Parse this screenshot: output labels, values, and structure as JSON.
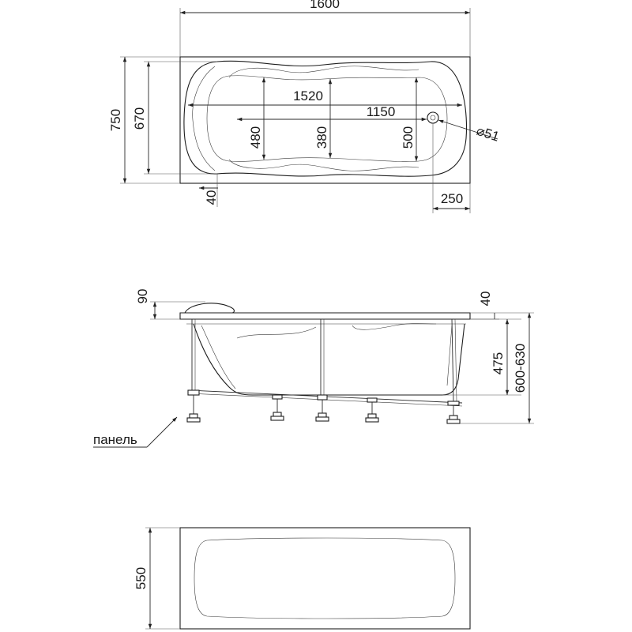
{
  "top_view": {
    "overall_length": "1600",
    "overall_width": "750",
    "inner_width": "670",
    "bowl_length": "1520",
    "bottom_length": "1150",
    "width_head_end": "480",
    "width_middle": "380",
    "width_foot_end": "500",
    "drain_diameter": "⌀51",
    "rim_offset": "40",
    "drain_offset": "250"
  },
  "side_view": {
    "headrest_height": "90",
    "rim_thickness": "40",
    "depth": "475",
    "total_height": "600-630",
    "panel_label": "панель"
  },
  "panel_view": {
    "panel_height": "550"
  }
}
